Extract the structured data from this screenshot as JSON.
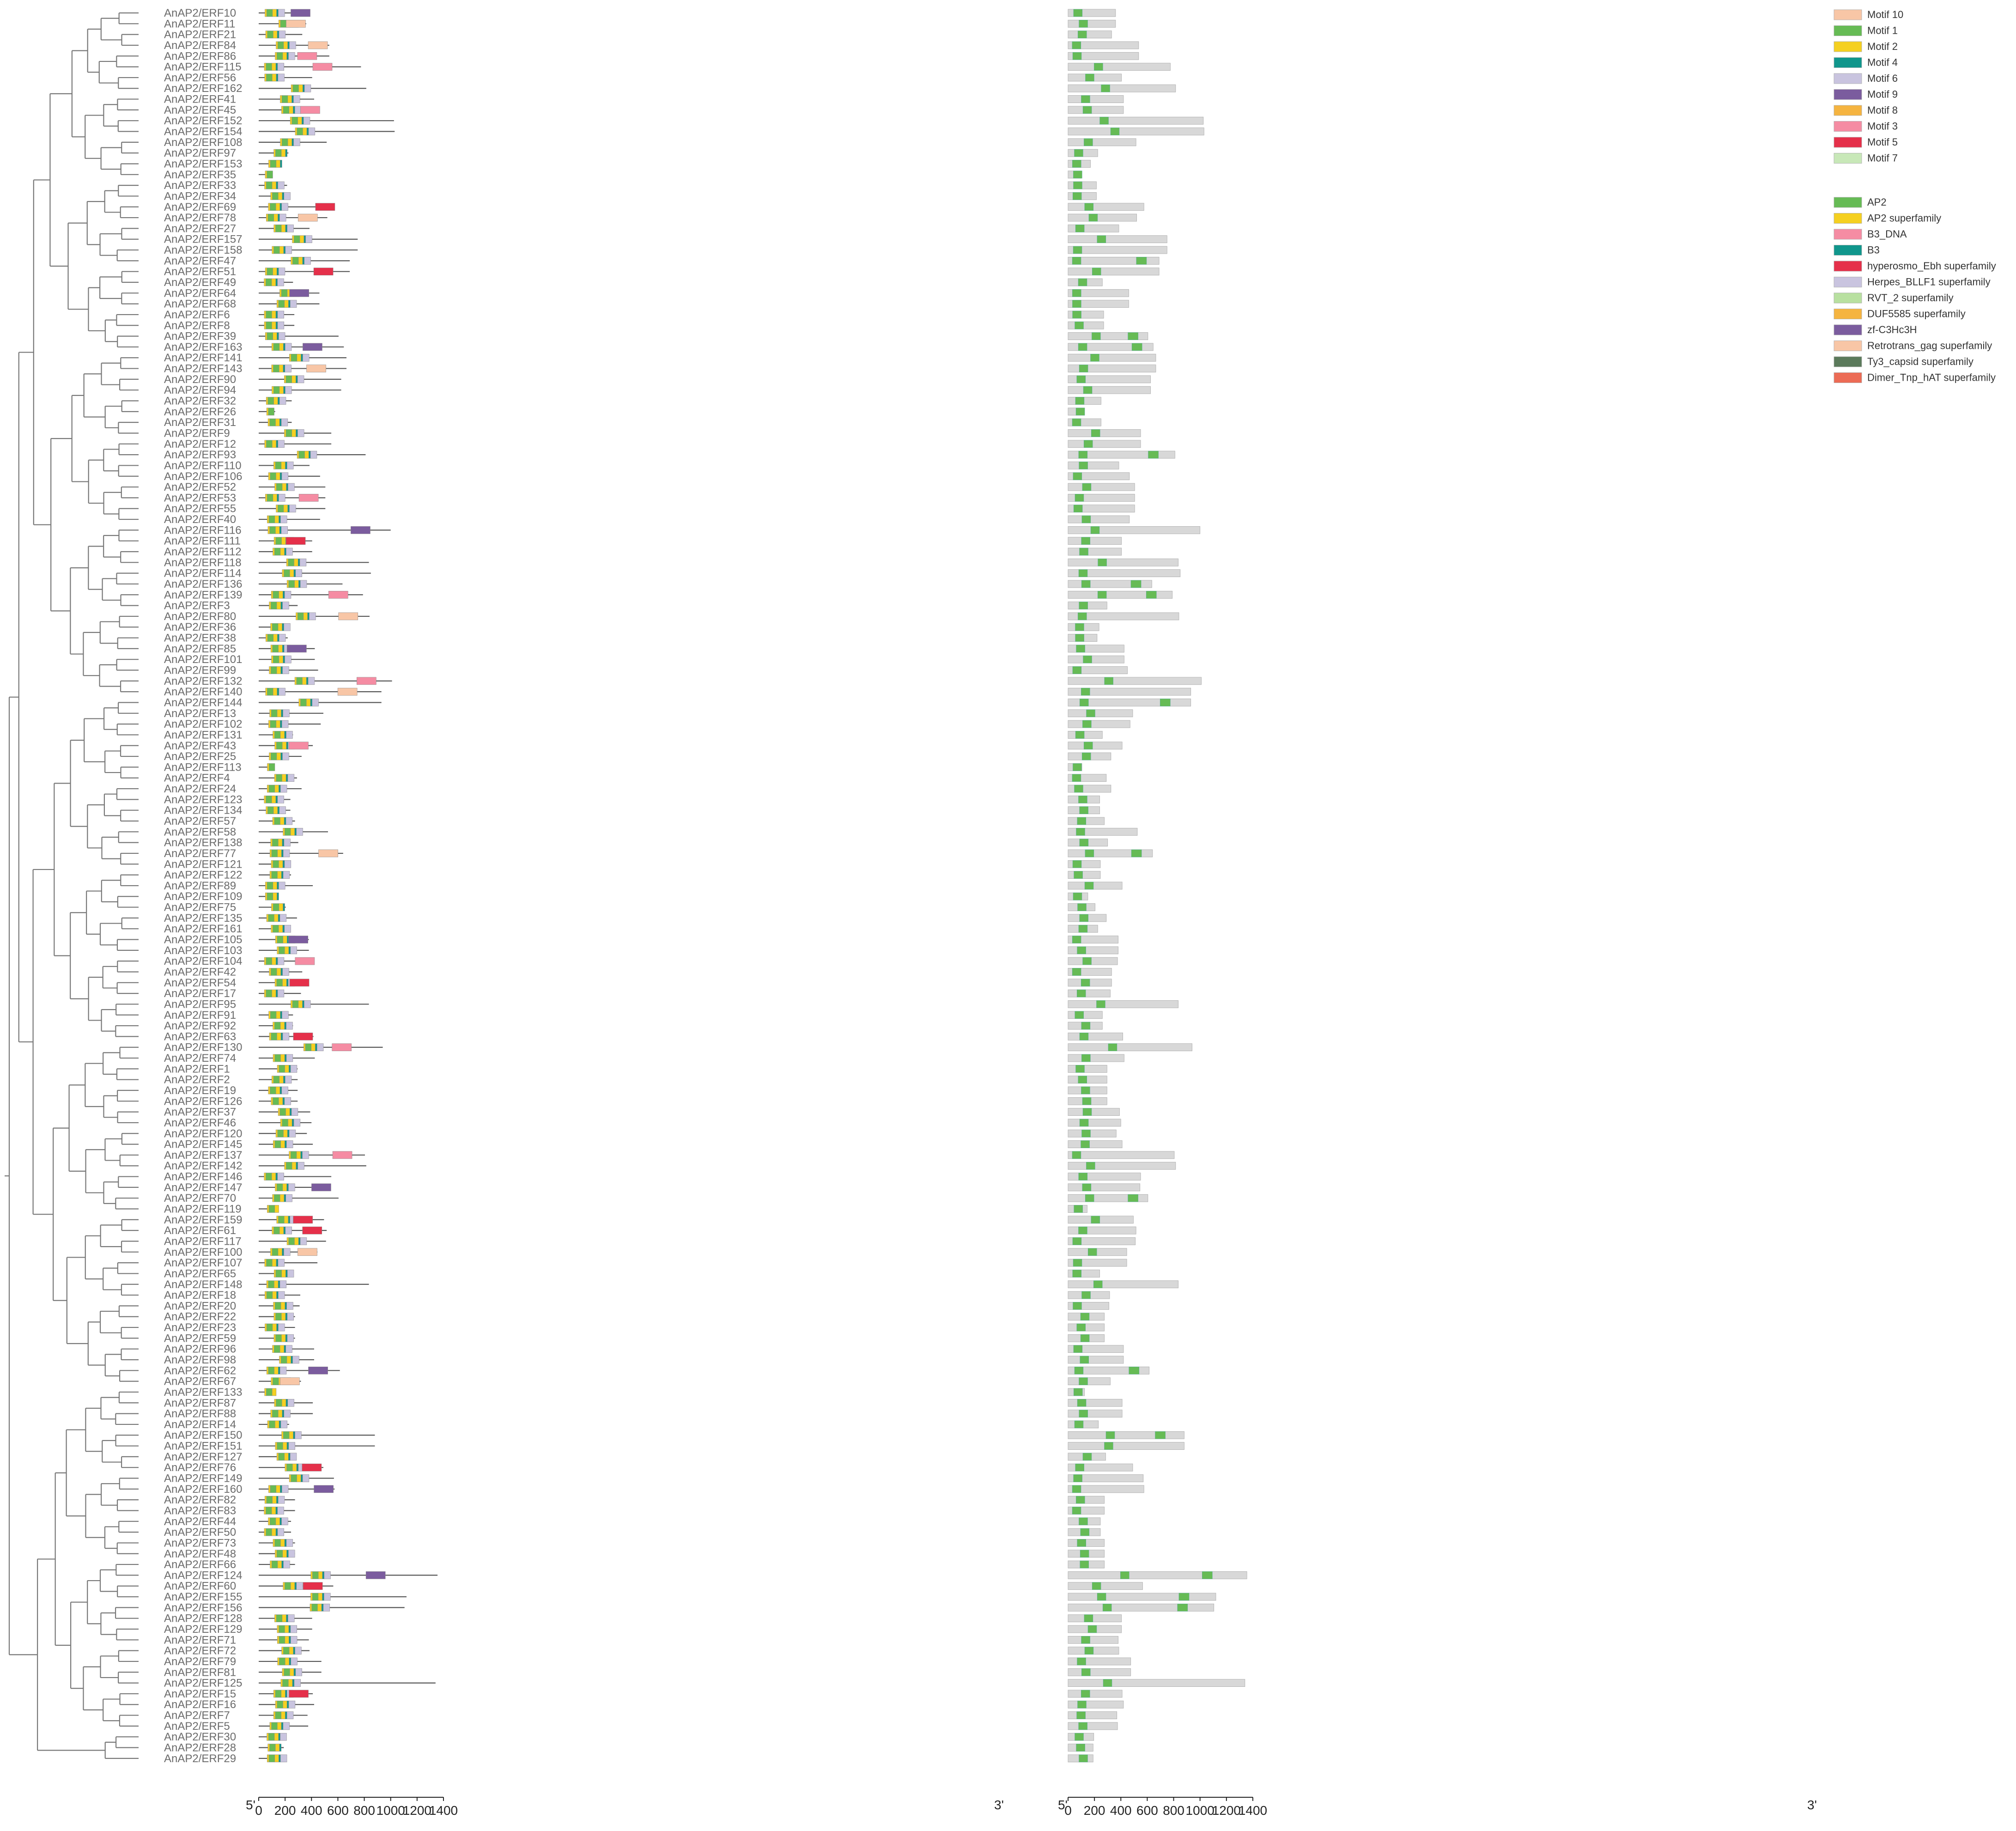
{
  "genes": [
    "AnAP2/ERF10",
    "AnAP2/ERF11",
    "AnAP2/ERF21",
    "AnAP2/ERF84",
    "AnAP2/ERF86",
    "AnAP2/ERF115",
    "AnAP2/ERF56",
    "AnAP2/ERF162",
    "AnAP2/ERF41",
    "AnAP2/ERF45",
    "AnAP2/ERF152",
    "AnAP2/ERF154",
    "AnAP2/ERF108",
    "AnAP2/ERF97",
    "AnAP2/ERF153",
    "AnAP2/ERF35",
    "AnAP2/ERF33",
    "AnAP2/ERF34",
    "AnAP2/ERF69",
    "AnAP2/ERF78",
    "AnAP2/ERF27",
    "AnAP2/ERF157",
    "AnAP2/ERF158",
    "AnAP2/ERF47",
    "AnAP2/ERF51",
    "AnAP2/ERF49",
    "AnAP2/ERF64",
    "AnAP2/ERF68",
    "AnAP2/ERF6",
    "AnAP2/ERF8",
    "AnAP2/ERF39",
    "AnAP2/ERF163",
    "AnAP2/ERF141",
    "AnAP2/ERF143",
    "AnAP2/ERF90",
    "AnAP2/ERF94",
    "AnAP2/ERF32",
    "AnAP2/ERF26",
    "AnAP2/ERF31",
    "AnAP2/ERF9",
    "AnAP2/ERF12",
    "AnAP2/ERF93",
    "AnAP2/ERF110",
    "AnAP2/ERF106",
    "AnAP2/ERF52",
    "AnAP2/ERF53",
    "AnAP2/ERF55",
    "AnAP2/ERF40",
    "AnAP2/ERF116",
    "AnAP2/ERF111",
    "AnAP2/ERF112",
    "AnAP2/ERF118",
    "AnAP2/ERF114",
    "AnAP2/ERF136",
    "AnAP2/ERF139",
    "AnAP2/ERF3",
    "AnAP2/ERF80",
    "AnAP2/ERF36",
    "AnAP2/ERF38",
    "AnAP2/ERF85",
    "AnAP2/ERF101",
    "AnAP2/ERF99",
    "AnAP2/ERF132",
    "AnAP2/ERF140",
    "AnAP2/ERF144",
    "AnAP2/ERF13",
    "AnAP2/ERF102",
    "AnAP2/ERF131",
    "AnAP2/ERF43",
    "AnAP2/ERF25",
    "AnAP2/ERF113",
    "AnAP2/ERF4",
    "AnAP2/ERF24",
    "AnAP2/ERF123",
    "AnAP2/ERF134",
    "AnAP2/ERF57",
    "AnAP2/ERF58",
    "AnAP2/ERF138",
    "AnAP2/ERF77",
    "AnAP2/ERF121",
    "AnAP2/ERF122",
    "AnAP2/ERF89",
    "AnAP2/ERF109",
    "AnAP2/ERF75",
    "AnAP2/ERF135",
    "AnAP2/ERF161",
    "AnAP2/ERF105",
    "AnAP2/ERF103",
    "AnAP2/ERF104",
    "AnAP2/ERF42",
    "AnAP2/ERF54",
    "AnAP2/ERF17",
    "AnAP2/ERF95",
    "AnAP2/ERF91",
    "AnAP2/ERF92",
    "AnAP2/ERF63",
    "AnAP2/ERF130",
    "AnAP2/ERF74",
    "AnAP2/ERF1",
    "AnAP2/ERF2",
    "AnAP2/ERF19",
    "AnAP2/ERF126",
    "AnAP2/ERF37",
    "AnAP2/ERF46",
    "AnAP2/ERF120",
    "AnAP2/ERF145",
    "AnAP2/ERF137",
    "AnAP2/ERF142",
    "AnAP2/ERF146",
    "AnAP2/ERF147",
    "AnAP2/ERF70",
    "AnAP2/ERF119",
    "AnAP2/ERF159",
    "AnAP2/ERF61",
    "AnAP2/ERF117",
    "AnAP2/ERF100",
    "AnAP2/ERF107",
    "AnAP2/ERF65",
    "AnAP2/ERF148",
    "AnAP2/ERF18",
    "AnAP2/ERF20",
    "AnAP2/ERF22",
    "AnAP2/ERF23",
    "AnAP2/ERF59",
    "AnAP2/ERF96",
    "AnAP2/ERF98",
    "AnAP2/ERF62",
    "AnAP2/ERF67",
    "AnAP2/ERF133",
    "AnAP2/ERF87",
    "AnAP2/ERF88",
    "AnAP2/ERF14",
    "AnAP2/ERF150",
    "AnAP2/ERF151",
    "AnAP2/ERF127",
    "AnAP2/ERF76",
    "AnAP2/ERF149",
    "AnAP2/ERF160",
    "AnAP2/ERF82",
    "AnAP2/ERF83",
    "AnAP2/ERF44",
    "AnAP2/ERF50",
    "AnAP2/ERF73",
    "AnAP2/ERF48",
    "AnAP2/ERF66",
    "AnAP2/ERF124",
    "AnAP2/ERF60",
    "AnAP2/ERF155",
    "AnAP2/ERF156",
    "AnAP2/ERF128",
    "AnAP2/ERF129",
    "AnAP2/ERF71",
    "AnAP2/ERF72",
    "AnAP2/ERF79",
    "AnAP2/ERF81",
    "AnAP2/ERF125",
    "AnAP2/ERF15",
    "AnAP2/ERF16",
    "AnAP2/ERF7",
    "AnAP2/ERF5",
    "AnAP2/ERF30",
    "AnAP2/ERF28",
    "AnAP2/ERF29"
  ],
  "lengths": [
    360,
    360,
    330,
    535,
    535,
    775,
    405,
    815,
    420,
    420,
    1025,
    1030,
    515,
    225,
    170,
    100,
    215,
    215,
    575,
    520,
    385,
    750,
    750,
    690,
    690,
    260,
    460,
    460,
    270,
    270,
    605,
    645,
    665,
    665,
    625,
    625,
    250,
    125,
    250,
    550,
    550,
    810,
    385,
    465,
    505,
    505,
    505,
    465,
    1000,
    405,
    405,
    835,
    850,
    635,
    790,
    295,
    840,
    235,
    220,
    425,
    425,
    450,
    1010,
    930,
    930,
    490,
    470,
    260,
    410,
    325,
    105,
    290,
    325,
    240,
    240,
    275,
    525,
    300,
    640,
    245,
    245,
    410,
    150,
    205,
    290,
    225,
    380,
    380,
    375,
    330,
    330,
    320,
    835,
    260,
    260,
    415,
    940,
    425,
    295,
    295,
    295,
    295,
    390,
    400,
    365,
    410,
    805,
    815,
    550,
    545,
    605,
    145,
    495,
    515,
    510,
    445,
    445,
    240,
    835,
    315,
    310,
    275,
    275,
    275,
    420,
    420,
    615,
    320,
    125,
    410,
    410,
    230,
    880,
    880,
    285,
    490,
    570,
    575,
    275,
    275,
    245,
    245,
    275,
    275,
    275,
    1355,
    565,
    1120,
    1105,
    405,
    405,
    380,
    385,
    475,
    475,
    1340,
    410,
    420,
    370,
    375,
    195,
    190,
    190
  ],
  "motif_legend": [
    {
      "label": "Motif 10",
      "color": "#f8c6a6"
    },
    {
      "label": "Motif 1",
      "color": "#66bb55"
    },
    {
      "label": "Motif 2",
      "color": "#f5d020"
    },
    {
      "label": "Motif 4",
      "color": "#10968c"
    },
    {
      "label": "Motif 6",
      "color": "#c9c4df"
    },
    {
      "label": "Motif 9",
      "color": "#7b5c9e"
    },
    {
      "label": "Motif 8",
      "color": "#f5b440"
    },
    {
      "label": "Motif 3",
      "color": "#f58ca3"
    },
    {
      "label": "Motif 5",
      "color": "#e5304a"
    },
    {
      "label": "Motif 7",
      "color": "#c8e8b8"
    }
  ],
  "domain_legend": [
    {
      "label": "AP2",
      "color": "#66bb55"
    },
    {
      "label": "AP2 superfamily",
      "color": "#f5d020"
    },
    {
      "label": "B3_DNA",
      "color": "#f58ca3"
    },
    {
      "label": "B3",
      "color": "#10968c"
    },
    {
      "label": "hyperosmo_Ebh superfamily",
      "color": "#e5304a"
    },
    {
      "label": "Herpes_BLLF1 superfamily",
      "color": "#c9c4df"
    },
    {
      "label": "RVT_2 superfamily",
      "color": "#b8e0a0"
    },
    {
      "label": "DUF5585 superfamily",
      "color": "#f5b440"
    },
    {
      "label": "zf-C3Hc3H",
      "color": "#7b5c9e"
    },
    {
      "label": "Retrotrans_gag superfamily",
      "color": "#f8c6a6"
    },
    {
      "label": "Ty3_capsid superfamily",
      "color": "#5b7a5b"
    },
    {
      "label": "Dimer_Tnp_hAT superfamily",
      "color": "#ec6b55"
    }
  ],
  "axis_ticks": [
    "0",
    "200",
    "400",
    "600",
    "800",
    "1000",
    "1200",
    "1400"
  ],
  "axis_start_label": "5'",
  "axis_end_label": "3'",
  "colors": {
    "backbone": "#555555",
    "tree": "#777777",
    "domain_bar": "#d8d8d8",
    "label": "#6b6b6b"
  }
}
